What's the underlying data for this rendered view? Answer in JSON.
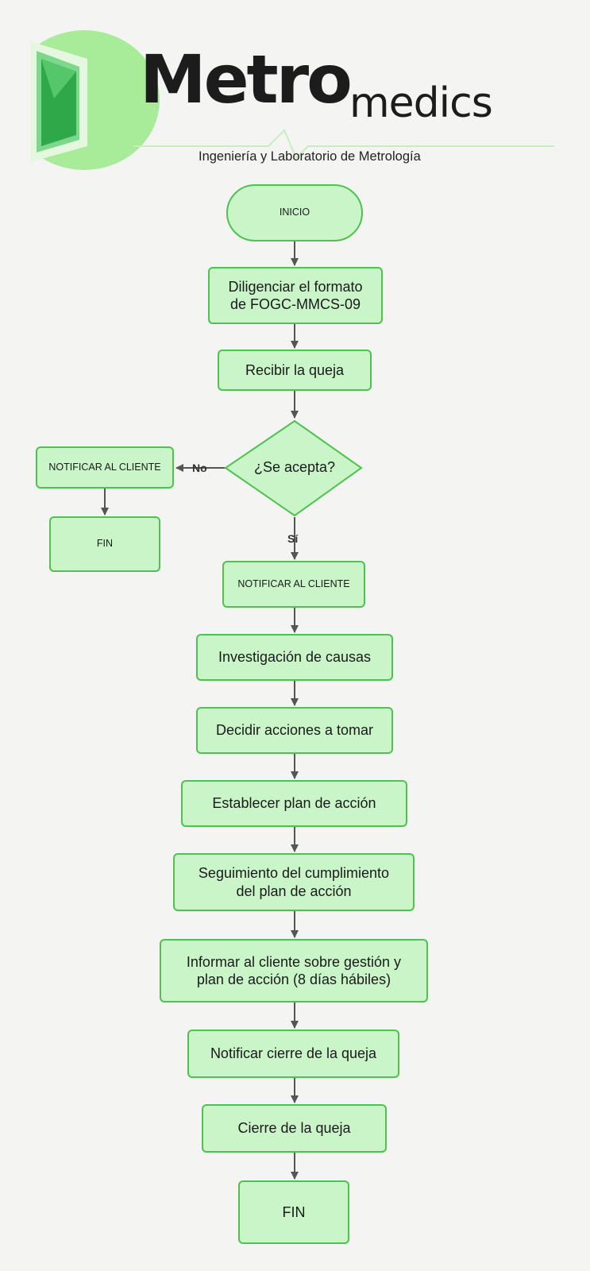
{
  "logo": {
    "brand_part1": "Metro",
    "brand_part2": "medics",
    "tagline": "Ingeniería y Laboratorio de Metrología",
    "colors": {
      "light_green": "#9be58b",
      "dark_green": "#2fa84a",
      "text": "#1c1c1c"
    }
  },
  "flowchart": {
    "start": "INICIO",
    "step1_line1": "Diligenciar el formato",
    "step1_line2": "de FOGC-MMCS-09",
    "step2": "Recibir la queja",
    "decision": "¿Se acepta?",
    "no_label": "No",
    "yes_label": "Sí",
    "no_notify": "NOTIFICAR AL CLIENTE",
    "no_end": "FIN",
    "yes_notify": "NOTIFICAR AL CLIENTE",
    "step3": "Investigación de causas",
    "step4": "Decidir acciones a tomar",
    "step5": "Establecer plan de acción",
    "step6_line1": "Seguimiento del cumplimiento",
    "step6_line2": "del plan de acción",
    "step7_line1": "Informar al cliente sobre gestión y",
    "step7_line2": "plan de acción (8 días hábiles)",
    "step8": "Notificar cierre de la queja",
    "step9": "Cierre de la queja",
    "end": "FIN"
  },
  "colors": {
    "node_fill": "#c9f5c9",
    "node_border": "#4ec24e",
    "connector": "#555555",
    "background": "#f4f4f2"
  }
}
